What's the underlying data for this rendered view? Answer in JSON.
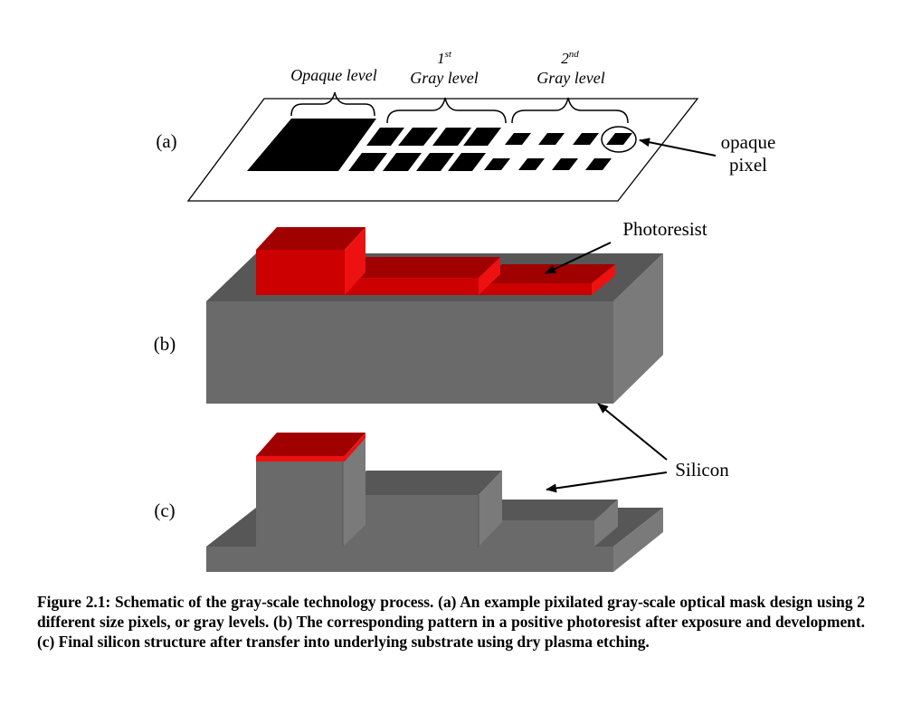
{
  "panel_labels": {
    "a": "(a)",
    "b": "(b)",
    "c": "(c)"
  },
  "mask_labels": {
    "opaque_level": "Opaque level",
    "gray1_num": "1",
    "gray1_sup": "st",
    "gray1_text": "Gray level",
    "gray2_num": "2",
    "gray2_sup": "nd",
    "gray2_text": "Gray level",
    "opaque_pixel_line1": "opaque",
    "opaque_pixel_line2": "pixel"
  },
  "callouts": {
    "photoresist": "Photoresist",
    "silicon": "Silicon"
  },
  "caption": "Figure 2.1: Schematic of the gray-scale technology process.  (a) An example pixilated gray-scale optical mask design using 2 different size pixels, or gray levels. (b) The corresponding pattern in a positive photoresist after exposure and development. (c) Final silicon structure after transfer into underlying substrate using dry plasma etching.",
  "colors": {
    "silicon_front": "#6a6a6a",
    "silicon_top": "#575757",
    "silicon_side": "#7a7a7a",
    "resist_front": "#cc0000",
    "resist_top": "#a00000",
    "resist_side": "#ee1111",
    "mask_pixel": "#000000"
  }
}
